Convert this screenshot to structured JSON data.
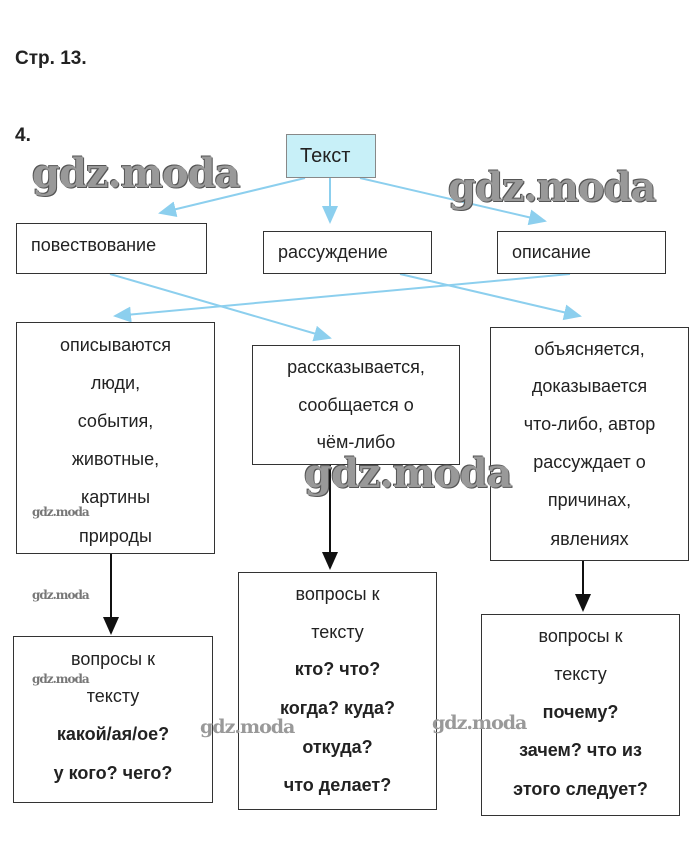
{
  "header": {
    "page": "Стр. 13.",
    "task": "4."
  },
  "diagram": {
    "root": "Текст",
    "types": [
      "повествование",
      "рассуждение",
      "описание"
    ],
    "descriptions": [
      [
        "описываются",
        "люди,",
        "события,",
        "животные,",
        "картины",
        "природы"
      ],
      [
        "рассказывается,",
        "сообщается о",
        "чём-либо"
      ],
      [
        "объясняется,",
        "доказывается",
        "что-либо, автор",
        "рассуждает о",
        "причинах,",
        "явлениях"
      ]
    ],
    "questions": [
      {
        "title": [
          "вопросы к",
          "тексту"
        ],
        "items": [
          "какой/ая/ое?",
          "у кого? чего?"
        ]
      },
      {
        "title": [
          "вопросы к",
          "тексту"
        ],
        "items": [
          "кто? что?",
          "когда? куда?",
          "откуда?",
          "что делает?"
        ]
      },
      {
        "title": [
          "вопросы к",
          "тексту"
        ],
        "items": [
          "почему?",
          "зачем? что из",
          "этого следует?"
        ]
      }
    ]
  },
  "watermark": "gdz.moda",
  "colors": {
    "root_fill": "#c8f0f8",
    "arrow_blue": "#8ccfee",
    "arrow_black": "#111111"
  }
}
